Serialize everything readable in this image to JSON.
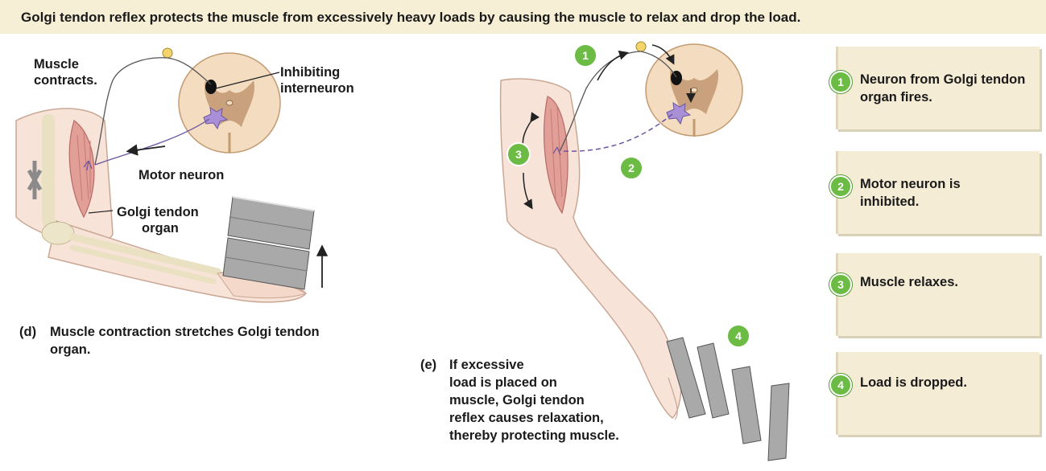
{
  "title": {
    "bold": "Golgi tendon reflex",
    "rest": " protects the muscle from excessively heavy loads by causing the muscle to relax and drop the load."
  },
  "panel_d": {
    "muscle_contracts": "Muscle contracts.",
    "inhibiting_line1": "Inhibiting",
    "inhibiting_line2": "interneuron",
    "motor_neuron": "Motor neuron",
    "golgi_line1": "Golgi tendon",
    "golgi_line2": "organ",
    "caption_tag": "(d)",
    "caption_text": "Muscle contraction stretches Golgi tendon organ."
  },
  "panel_e": {
    "caption_tag": "(e)",
    "caption_lines": [
      "If excessive",
      "load is placed on",
      "muscle, Golgi tendon",
      "reflex causes relaxation,",
      "thereby protecting muscle."
    ],
    "markers": [
      "1",
      "2",
      "3",
      "4"
    ]
  },
  "steps": [
    {
      "num": "1",
      "text": "Neuron from Golgi tendon organ fires."
    },
    {
      "num": "2",
      "text": "Motor neuron is inhibited."
    },
    {
      "num": "3",
      "text": "Muscle relaxes."
    },
    {
      "num": "4",
      "text": "Load is dropped."
    }
  ],
  "colors": {
    "banner": "#f6efd6",
    "step_box": "#f5ecd5",
    "step_marker": "#6cbb45",
    "skin": "#f7e3d8",
    "muscle": "#e29f98",
    "spinal_cord": "#f3dcbf",
    "grey_matter": "#c9a27d",
    "motor_neuron_cell": "#a98fd6",
    "weight": "#a9a9a9"
  }
}
